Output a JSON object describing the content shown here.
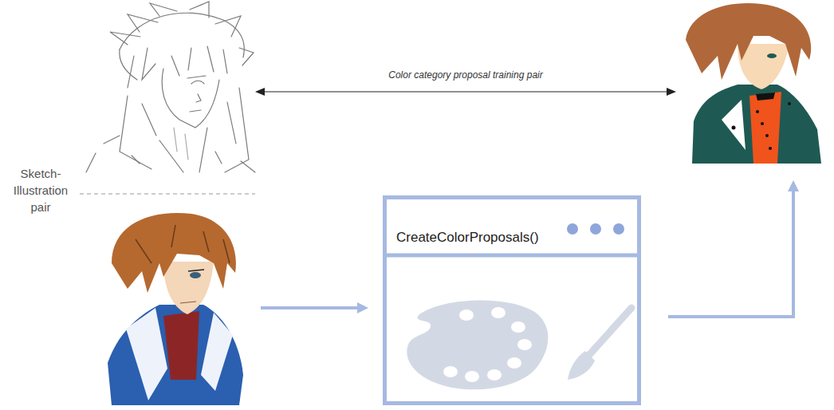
{
  "diagram": {
    "nodes": [
      {
        "text": [
          "CreateColorProposals()"
        ]
      }
    ],
    "labels": [
      "Color category proposal training pair",
      "Sketch-Illustration pair"
    ]
  }
}
